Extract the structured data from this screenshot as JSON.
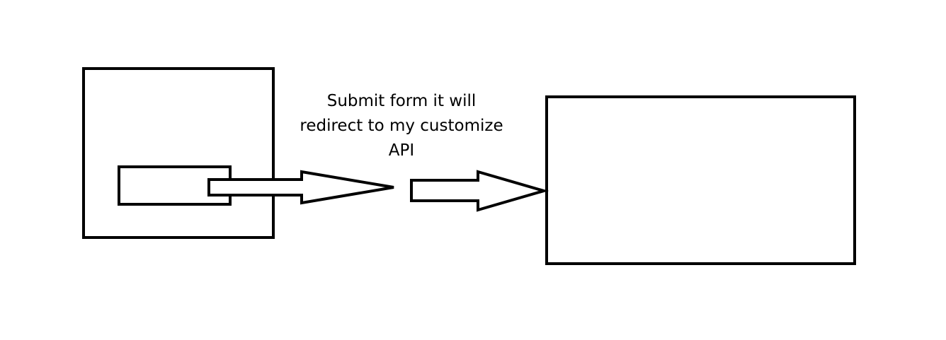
{
  "diagram": {
    "caption_lines": [
      "Submit form it will",
      "redirect to my customize",
      "API"
    ],
    "colors": {
      "stroke": "#000000",
      "background": "#ffffff"
    }
  }
}
